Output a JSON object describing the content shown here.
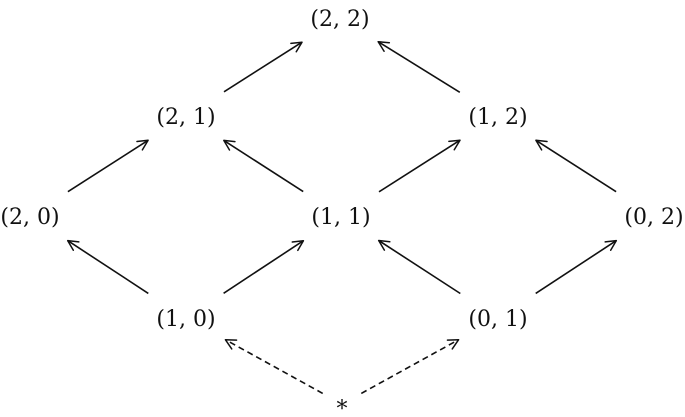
{
  "nodes": [
    {
      "id": "n22",
      "label": "(2, 2)"
    },
    {
      "id": "n21",
      "label": "(2, 1)"
    },
    {
      "id": "n12",
      "label": "(1, 2)"
    },
    {
      "id": "n20",
      "label": "(2, 0)"
    },
    {
      "id": "n11",
      "label": "(1, 1)"
    },
    {
      "id": "n02",
      "label": "(0, 2)"
    },
    {
      "id": "n10",
      "label": "(1, 0)"
    },
    {
      "id": "n01",
      "label": "(0, 1)"
    },
    {
      "id": "nstar",
      "label": "*"
    }
  ],
  "edges": [
    {
      "from": "n21",
      "to": "n22",
      "style": "solid"
    },
    {
      "from": "n12",
      "to": "n22",
      "style": "solid"
    },
    {
      "from": "n20",
      "to": "n21",
      "style": "solid"
    },
    {
      "from": "n11",
      "to": "n21",
      "style": "solid"
    },
    {
      "from": "n11",
      "to": "n12",
      "style": "solid"
    },
    {
      "from": "n02",
      "to": "n12",
      "style": "solid"
    },
    {
      "from": "n10",
      "to": "n20",
      "style": "solid"
    },
    {
      "from": "n10",
      "to": "n11",
      "style": "solid"
    },
    {
      "from": "n01",
      "to": "n11",
      "style": "solid"
    },
    {
      "from": "n01",
      "to": "n02",
      "style": "solid"
    },
    {
      "from": "nstar",
      "to": "n10",
      "style": "dashed"
    },
    {
      "from": "nstar",
      "to": "n01",
      "style": "dashed"
    }
  ],
  "colors": {
    "ink": "#111111",
    "background": "#ffffff"
  }
}
